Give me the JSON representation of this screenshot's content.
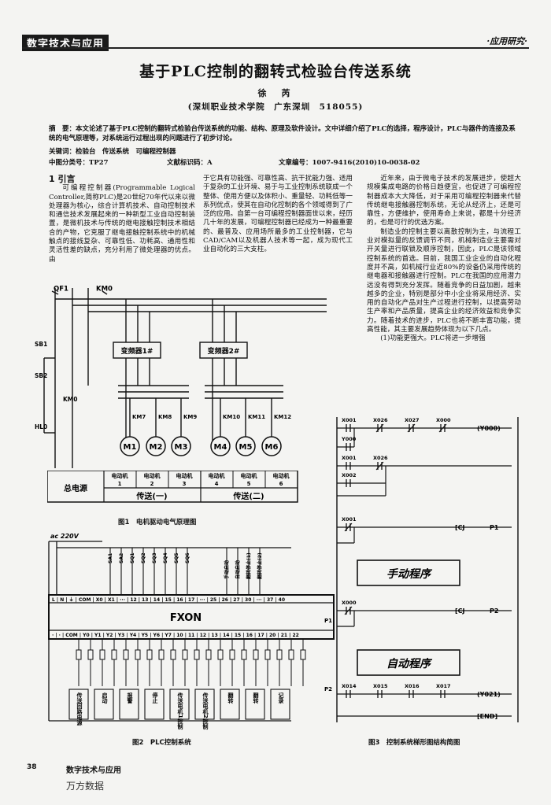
{
  "header": {
    "section_tag": "数字技术与应用",
    "column_tag": "·应用研究·"
  },
  "article": {
    "title": "基于PLC控制的翻转式检验台传送系统",
    "author": "徐　芮",
    "affiliation": "(深圳职业技术学院　广东深圳　518055)",
    "abstract": "摘　要：本文论述了基于PLC控制的翻转式检验台传送系统的功能、结构、原理及软件设计。文中详细介绍了PLC的选择，程序设计，PLC与器件的连接及系统的电气原理等，对系统运行过程出现的问题进行了初步讨论。",
    "keywords": "关键词：检验台　传送系统　可编程控制器",
    "clc": "中图分类号：TP27",
    "doc_code": "文献标识码：A",
    "article_no": "文章编号：1007-9416(2010)10-0038-02"
  },
  "body": {
    "intro_head": "1  引言",
    "col1": "可编程控制器(Programmable Logical Controller,简称PLC)是20世纪70年代以来以微处理器为核心，综合计算机技术、自动控制技术和通信技术发展起来的一种新型工业自动控制装置，是微机技术与传统的继电接触控制技术相结合的产物，它克服了继电接触控制系统中的机械触点的接线复杂、可靠性低、功耗高、通用性和灵活性差的缺点，充分利用了微处理器的优点。由",
    "col2": "于它具有功能强、可靠性高、抗干扰能力强、适用于复杂的工业环境、易于与工业控制系统联成一个整体、使用方便以及体积小、重量轻、功耗低等一系列优点，使其在自动化控制的各个领域得到了广泛的应用。自第一台可编程控制器面世以来，经历几十年的发展，可编程控制器已经成为一种最重要的、最普及、应用场所最多的工业控制器，它与CAD/CAM以及机器人技术等一起，成为现代工业自动化的三大支柱。",
    "col3_p1": "近年来，由于微电子技术的发展进步，使超大规模集成电路的价格日趋便宜，也促进了可编程控制器成本大大降低，对于采用可编程控制器来代替传统继电接触器控制系统，无论从经济上，还是可靠性，方便维护，使用寿命上来说，都是十分经济的，也是可行的优选方案。",
    "col3_p2": "制造业的控制主要以离散控制为主，与流程工业对模拟量的反馈调节不同，机械制造业主要需对开关量进行联锁及顺序控制，因此，PLC是该领域控制系统的首选。目前，我国工业企业的自动化程度并不高，如机械行业近80%的设备仍采用传统的继电器和接触器进行控制。PLC在我国的应用潜力远没有得到充分发挥。随着竞争的日益加剧，越来越多的企业，特别是部分中小企业将采用经济、实用的自动化产品对生产过程进行控制，以提高劳动生产率和产品质量，提高企业的经济效益和竞争实力。随着技术的进步，PLC也将不断丰富功能，提高性能，其主要发展趋势体现为以下几点。",
    "col3_p3": "(1)功能更强大。PLC将进一步增强"
  },
  "fig1": {
    "qf": "QF1",
    "km": "KM0",
    "sb1": "SB1",
    "sb2": "SB2",
    "km0": "KM0",
    "hl": "HL0",
    "inv1": "变频器1#",
    "inv2": "变频器2#",
    "kms": [
      "KM7",
      "KM8",
      "KM9",
      "KM10",
      "KM11",
      "KM12"
    ],
    "motors": [
      "M1",
      "M2",
      "M3",
      "M4",
      "M5",
      "M6"
    ],
    "table": {
      "power": "总电源",
      "motor_hdr": [
        "电动机\n1",
        "电动机\n2",
        "电动机\n3",
        "电动机\n4",
        "电动机\n5",
        "电动机\n6"
      ],
      "group1": "传送(一)",
      "group2": "传送(二)"
    },
    "caption": "图1　电机驱动电气原理图"
  },
  "fig2": {
    "supply": "ac 220V",
    "plc_model": "FXON",
    "top_terminals": "L | N | ⏚ | COM | X0 | X1 | ··· | 12 | 13 | 14 | 15 | 16 | 17 | ··· | 25 | 26 | 27 | 30 | ··· | 37 | 40",
    "bottom_terminals": "· | · | COM | Y0 | Y1 | Y2 | Y3 | Y4 | Y5 | Y6 | Y7 | 10 | 11 | 12 | 13 | 14 | 15 | 16 | 17 | 20 | 21 | 22",
    "input_labels": [
      "SA1",
      "SA2",
      "SQ1",
      "SQ2",
      "SQ3",
      "SQ4",
      "SQ5",
      "SQ6"
    ],
    "right_inputs": [
      "手动启动",
      "自动启动",
      "翻转停止(1)",
      "翻转停止(2)"
    ],
    "bottom_labels": [
      "传送回路电源",
      "启动",
      "报警",
      "停止",
      "传送电机1控制",
      "传送电机2控制",
      "翻转",
      "翻转",
      "记录"
    ],
    "caption": "图2　PLC控制系统"
  },
  "fig3": {
    "rung1": [
      "X001",
      "X026",
      "X027",
      "X000",
      "Y000"
    ],
    "rung2": [
      "X001",
      "X026",
      "X002"
    ],
    "rung3": [
      "X001",
      "CJ",
      "P1"
    ],
    "manual": "手动程序",
    "rung4": [
      "X000",
      "CJ",
      "P2"
    ],
    "auto": "自动程序",
    "rung5": [
      "X014",
      "X015",
      "X016",
      "X017",
      "Y021"
    ],
    "end": "END",
    "p1": "P1",
    "p2": "P2",
    "caption": "图3　控制系统梯形图结构简图"
  },
  "footer": {
    "page": "38",
    "journal": "数字技术与应用",
    "watermark": "万方数据"
  }
}
